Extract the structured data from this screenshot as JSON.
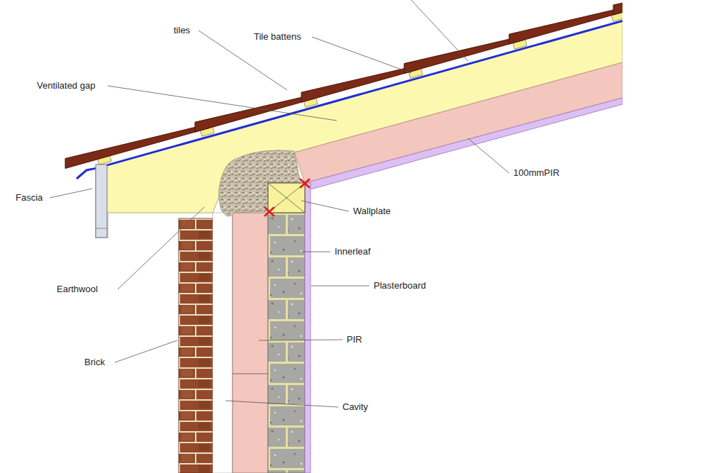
{
  "diagram": {
    "labels": [
      "tiles",
      "Tile battens",
      "Ventilated gap",
      "Fascia",
      "Earthwool",
      "100mmPIR",
      "Wallplate",
      "Innerleaf",
      "Plasterboard",
      "Brick",
      "PIR",
      "Cavity"
    ]
  }
}
